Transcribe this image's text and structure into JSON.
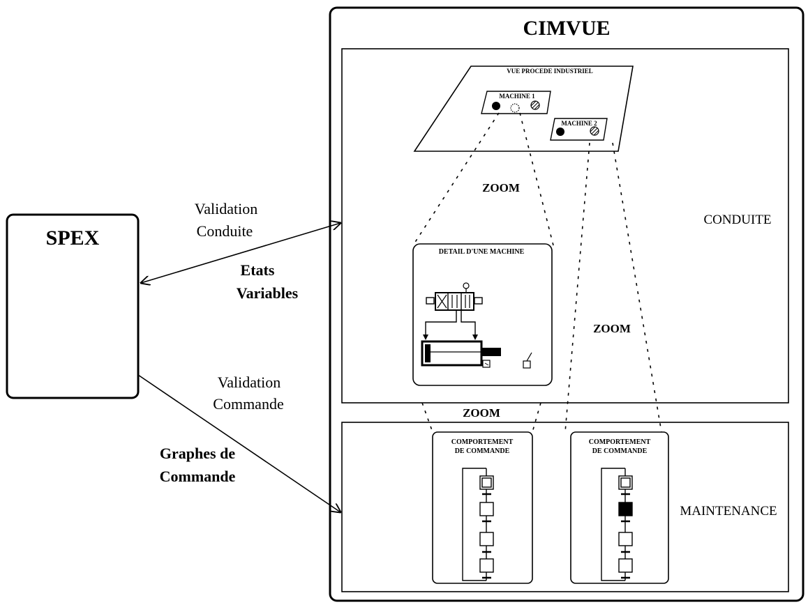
{
  "spex": {
    "title": "SPEX"
  },
  "cimvue": {
    "title": "CIMVUE"
  },
  "arrows": {
    "validation_conduite": [
      "Validation",
      "Conduite"
    ],
    "etats_variables": [
      "Etats",
      "Variables"
    ],
    "validation_commande": [
      "Validation",
      "Commande"
    ],
    "graphes_commande": [
      "Graphes de",
      "Commande"
    ]
  },
  "conduite": {
    "label": "CONDUITE",
    "vue_procede": "VUE PROCEDE INDUSTRIEL",
    "machine1": "MACHINE 1",
    "machine2": "MACHINE 2",
    "zoom_left": "ZOOM",
    "zoom_right": "ZOOM",
    "detail_title": "DETAIL D'UNE MACHINE"
  },
  "zoom_bottom": "ZOOM",
  "maintenance": {
    "label": "MAINTENANCE",
    "panel_left": [
      "COMPORTEMENT",
      "DE COMMANDE"
    ],
    "panel_right": [
      "COMPORTEMENT",
      "DE COMMANDE"
    ]
  }
}
